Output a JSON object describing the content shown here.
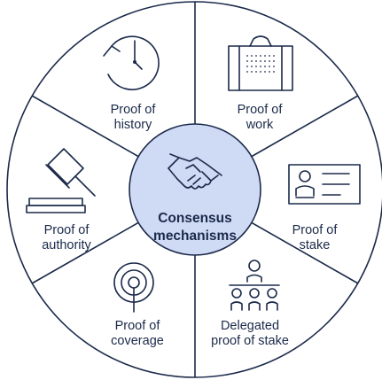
{
  "diagram": {
    "center": {
      "line1": "Consensus",
      "line2": "mechanisms",
      "icon": "handshake-icon"
    },
    "segments": [
      {
        "id": "history",
        "line1": "Proof of",
        "line2": "history",
        "icon": "clock-icon"
      },
      {
        "id": "work",
        "line1": "Proof of",
        "line2": "work",
        "icon": "briefcase-icon"
      },
      {
        "id": "stake",
        "line1": "Proof of",
        "line2": "stake",
        "icon": "id-card-icon"
      },
      {
        "id": "delegated",
        "line1": "Delegated",
        "line2": "proof of stake",
        "icon": "people-hierarchy-icon"
      },
      {
        "id": "coverage",
        "line1": "Proof of",
        "line2": "coverage",
        "icon": "signal-target-icon"
      },
      {
        "id": "authority",
        "line1": "Proof of",
        "line2": "authority",
        "icon": "gavel-icon"
      }
    ],
    "colors": {
      "outline": "#1b2a4a",
      "center_fill": "#cfdaf5",
      "background": "#ffffff"
    }
  }
}
